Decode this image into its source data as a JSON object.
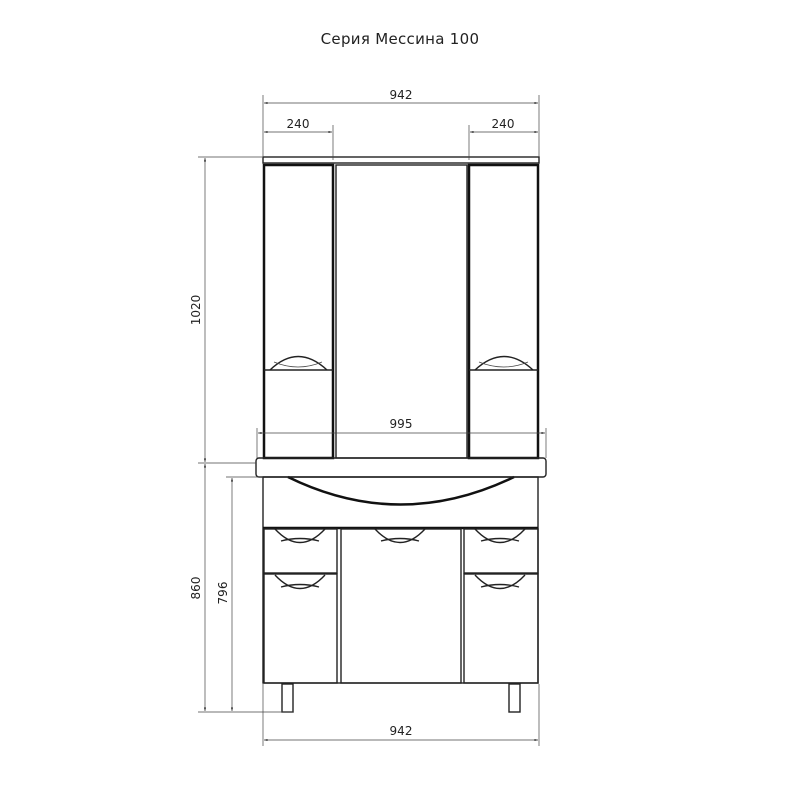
{
  "title": "Серия Мессина 100",
  "dimensions": {
    "mirror_total_width": "942",
    "left_cabinet_width": "240",
    "right_cabinet_width": "240",
    "mirror_height": "1020",
    "sink_width": "995",
    "vanity_total_height": "860",
    "vanity_body_height": "796",
    "vanity_width": "942"
  }
}
